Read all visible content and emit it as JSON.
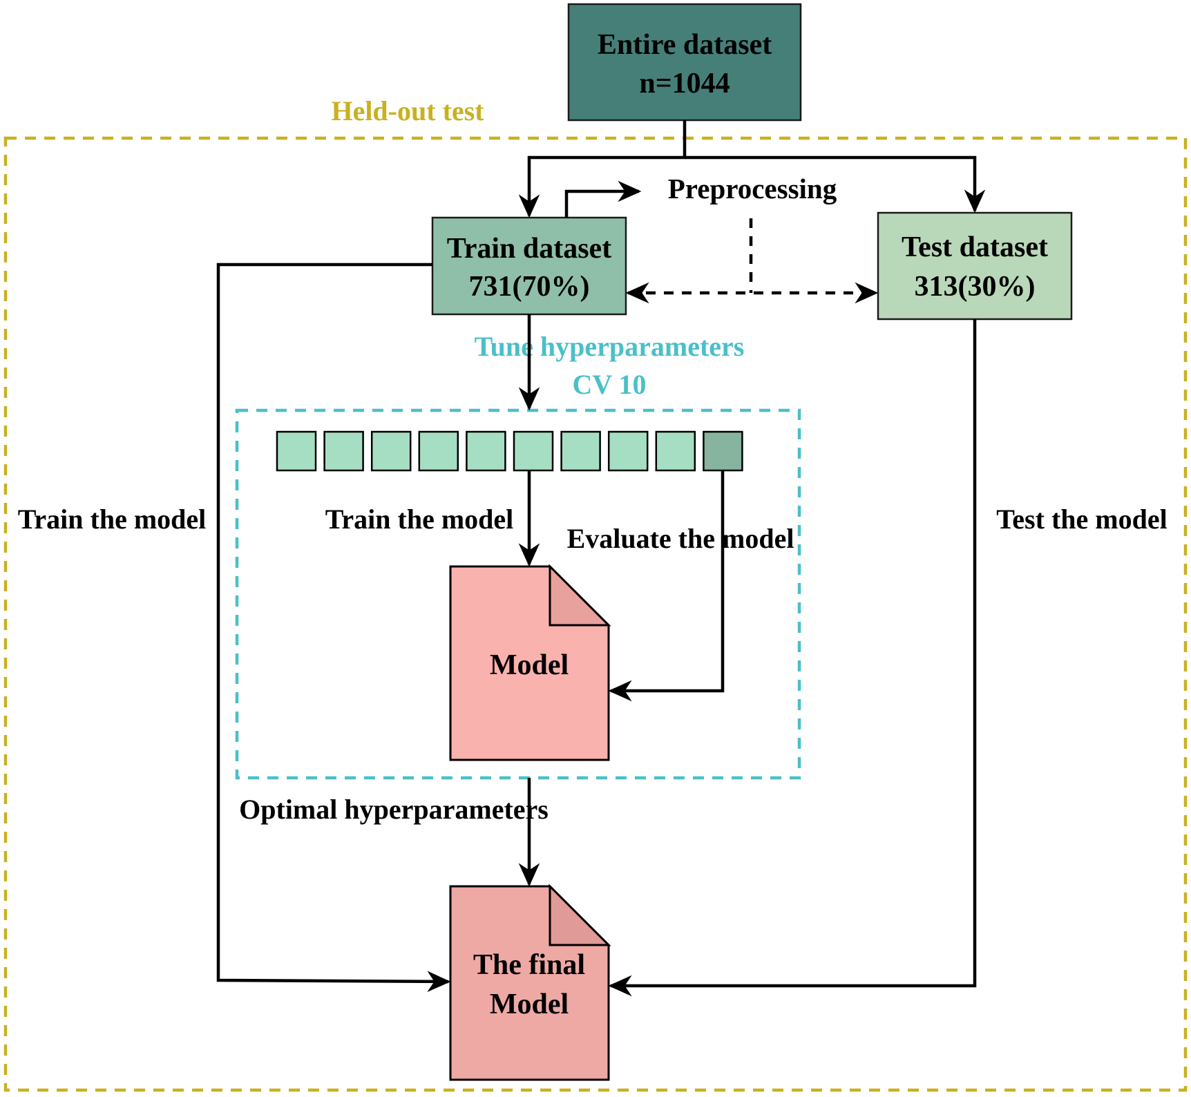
{
  "colors": {
    "entire_fill": "#467f78",
    "train_fill": "#8fbfa9",
    "test_fill": "#b9d7b9",
    "fold_fill": "#a6dec4",
    "fold_eval_fill": "#86b49f",
    "model_fill": "#fab2ae",
    "model_fold": "#e9a19e",
    "final_fill": "#eea9a5",
    "final_fold": "#e09a97",
    "heldout_color": "#c9b120",
    "cv_color": "#4bbfc9"
  },
  "entire_dataset": {
    "line1": "Entire dataset",
    "line2": "n=1044"
  },
  "train_dataset": {
    "line1": "Train dataset",
    "line2": "731(70%)"
  },
  "test_dataset": {
    "line1": "Test dataset",
    "line2": "313(30%)"
  },
  "preprocessing": "Preprocessing",
  "heldout_label": "Held-out test",
  "tune": {
    "line1": "Tune hyperparameters",
    "line2": "CV 10"
  },
  "folds": {
    "count": 10,
    "eval_index": 9
  },
  "labels": {
    "train_left": "Train the model",
    "train_inner": "Train the model",
    "evaluate": "Evaluate the model",
    "test_right": "Test the model",
    "optimal": "Optimal hyperparameters"
  },
  "model": {
    "label": "Model"
  },
  "final_model": {
    "line1": "The final",
    "line2": "Model"
  }
}
